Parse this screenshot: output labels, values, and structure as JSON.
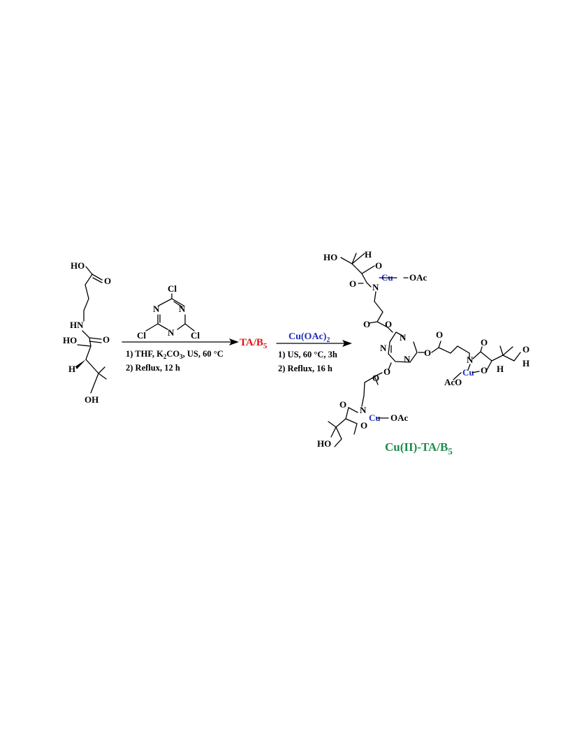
{
  "colors": {
    "intermediate": "#e01010",
    "copper": "#1f2fc0",
    "product": "#1f8a4c"
  },
  "reactant": {
    "HO_top": "HO",
    "O_acid": "O",
    "HN": "HN",
    "HO_side": "HO",
    "O_amide": "O",
    "H": "H",
    "OH": "OH"
  },
  "reagent_triazine": {
    "Cl": "Cl",
    "N": "N"
  },
  "step1": {
    "line1_pre": "1) THF, K",
    "sub_a": "2",
    "line1_mid": "CO",
    "sub_b": "3",
    "line1_post": ", US, 60 °C",
    "line2": "2) Reflux, 12 h"
  },
  "intermediate": {
    "name": "TA/B",
    "sub": "5"
  },
  "step2": {
    "reagent": "Cu(OAc)",
    "reagent_sub": "2",
    "line1": "1) US, 60 °C, 3h",
    "line2": "2) Reflux, 16 h"
  },
  "product": {
    "HO": "HO",
    "O": "O",
    "N": "N",
    "Cu": "Cu",
    "OAc": "OAc",
    "AcO": "AcO",
    "H": "H",
    "name": "Cu(II)-TA/B",
    "name_sub": "5"
  }
}
